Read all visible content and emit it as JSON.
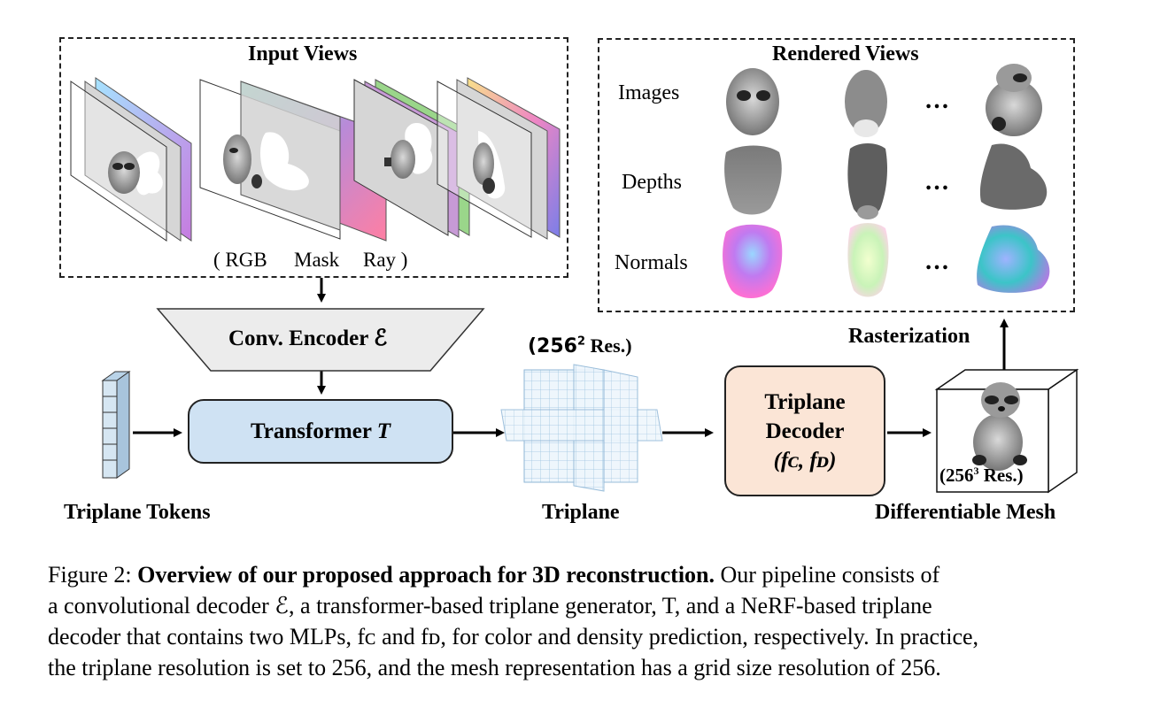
{
  "input_views": {
    "title": "Input Views",
    "channels_open": "( RGB",
    "channels_mask": "Mask",
    "channels_ray": "Ray )"
  },
  "encoder": {
    "label": "Conv.  Encoder ℰ"
  },
  "transformer": {
    "label_prefix": "Transformer ",
    "label_symbol": "T"
  },
  "tokens": {
    "label": "Triplane Tokens"
  },
  "triplane": {
    "res_label_prefix": "(256",
    "res_label_sup": "2",
    "res_label_suffix": " Res.)",
    "label": "Triplane"
  },
  "decoder": {
    "line1": "Triplane",
    "line2": "Decoder",
    "line3": "(fᴄ, fᴅ)"
  },
  "mesh": {
    "res_label_prefix": "(256",
    "res_label_sup": "3",
    "res_label_suffix": " Res.)",
    "label": "Differentiable Mesh"
  },
  "rasterization": {
    "label": "Rasterization"
  },
  "rendered_views": {
    "title": "Rendered Views",
    "rows": [
      "Images",
      "Depths",
      "Normals"
    ],
    "ellipsis": "…"
  },
  "caption": {
    "figure_label": "Figure 2: ",
    "bold_title": "Overview of our proposed approach for 3D reconstruction.",
    "line1_rest": " Our pipeline consists of",
    "line2": "a convolutional decoder ℰ, a transformer-based triplane generator, T, and a NeRF-based triplane",
    "line3": "decoder that contains two MLPs, fᴄ and fᴅ, for color and density prediction, respectively. In practice,",
    "line4": "the triplane resolution is set to 256, and the mesh representation has a grid size resolution of 256."
  },
  "colors": {
    "encoder_fill": "#ececec",
    "transformer_fill": "#cfe2f3",
    "decoder_fill": "#fbe5d6",
    "token_fill": "#d6e6f2",
    "grid_line": "#9cc3e0"
  }
}
